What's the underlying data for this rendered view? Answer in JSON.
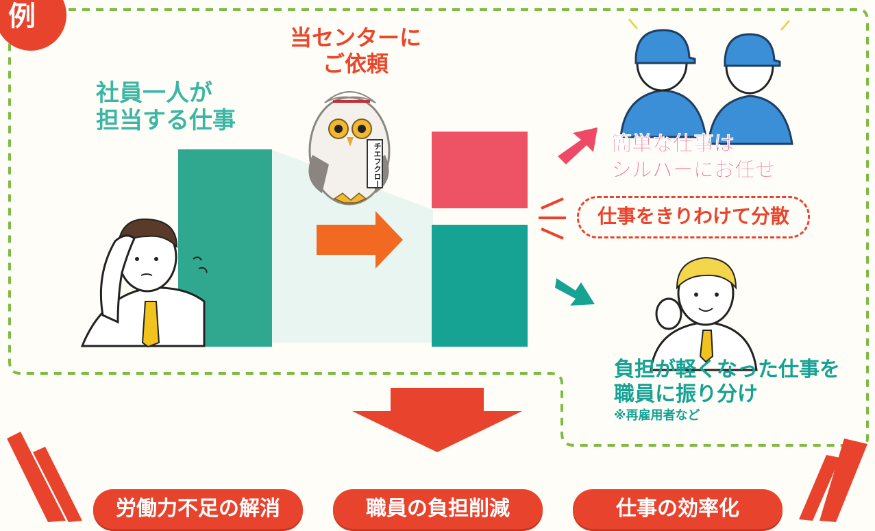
{
  "badge": "例",
  "left_label": [
    "社員一人が",
    "担当する仕事"
  ],
  "center_label": [
    "当センターに",
    "ご依頼"
  ],
  "mascot_tag": "チエフクロー",
  "simple_label": [
    "簡単な仕事は",
    "シルバーにお任せ"
  ],
  "split_label": "仕事をきりわけて分散",
  "staff_label": [
    "負担が軽くなった仕事を",
    "職員に振り分け"
  ],
  "staff_note": "※再雇用者など",
  "outcomes": [
    "労働力不足の解消",
    "職員の負担削減",
    "仕事の効率化"
  ],
  "colors": {
    "green_block": "#30a88f",
    "pink_block": "#ee5265",
    "teal_block": "#17a394",
    "orange_arrow": "#f26a21",
    "red": "#e8432d",
    "dash_green": "#7dbb43"
  }
}
